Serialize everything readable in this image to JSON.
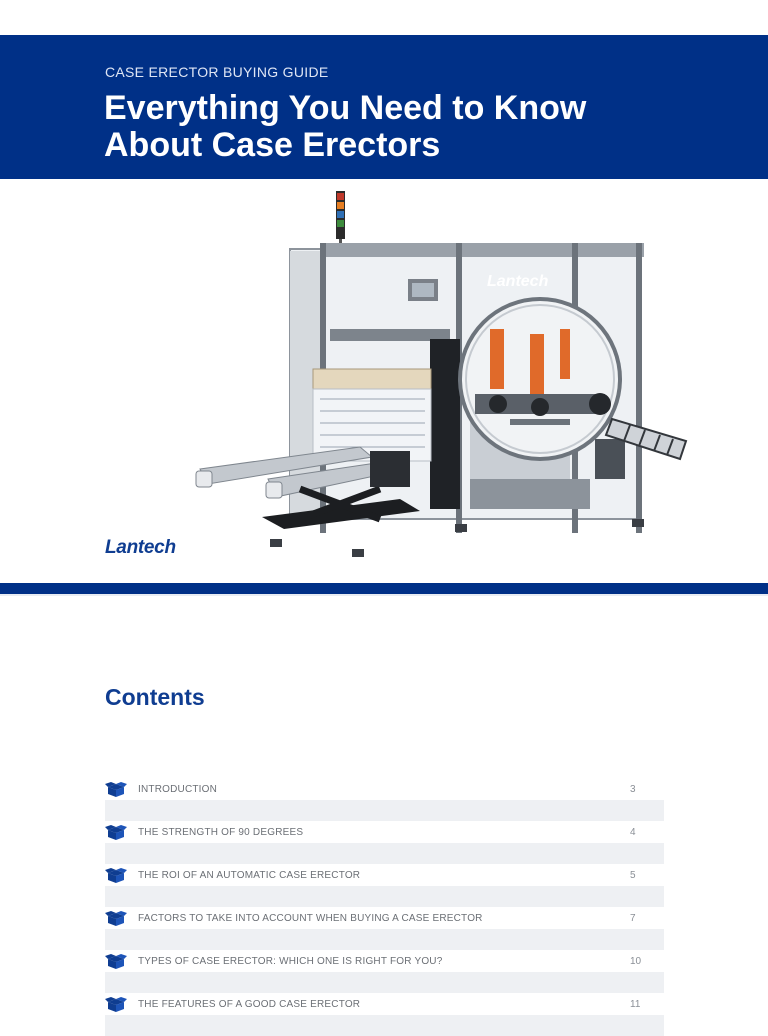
{
  "header": {
    "eyebrow": "CASE ERECTOR BUYING GUIDE",
    "title_line1": "Everything You Need to Know",
    "title_line2": "About Case Erectors"
  },
  "hero": {
    "brand_logo": "Lantech",
    "machine_brand_text": "Lantech"
  },
  "contents": {
    "heading": "Contents",
    "icon": "box-icon",
    "items": [
      {
        "label": "INTRODUCTION",
        "page": "3"
      },
      {
        "label": "THE STRENGTH OF 90 DEGREES",
        "page": "4"
      },
      {
        "label": "THE ROI OF AN AUTOMATIC CASE ERECTOR",
        "page": "5"
      },
      {
        "label": "FACTORS TO TAKE INTO ACCOUNT WHEN BUYING A CASE ERECTOR",
        "page": "7"
      },
      {
        "label": "TYPES OF CASE ERECTOR: WHICH ONE IS RIGHT FOR YOU?",
        "page": "10"
      },
      {
        "label": "THE FEATURES OF A GOOD CASE ERECTOR",
        "page": "11"
      }
    ]
  },
  "colors": {
    "brand_navy": "#003087",
    "heading_blue": "#0f3d91",
    "row_gray": "#eef0f3"
  }
}
